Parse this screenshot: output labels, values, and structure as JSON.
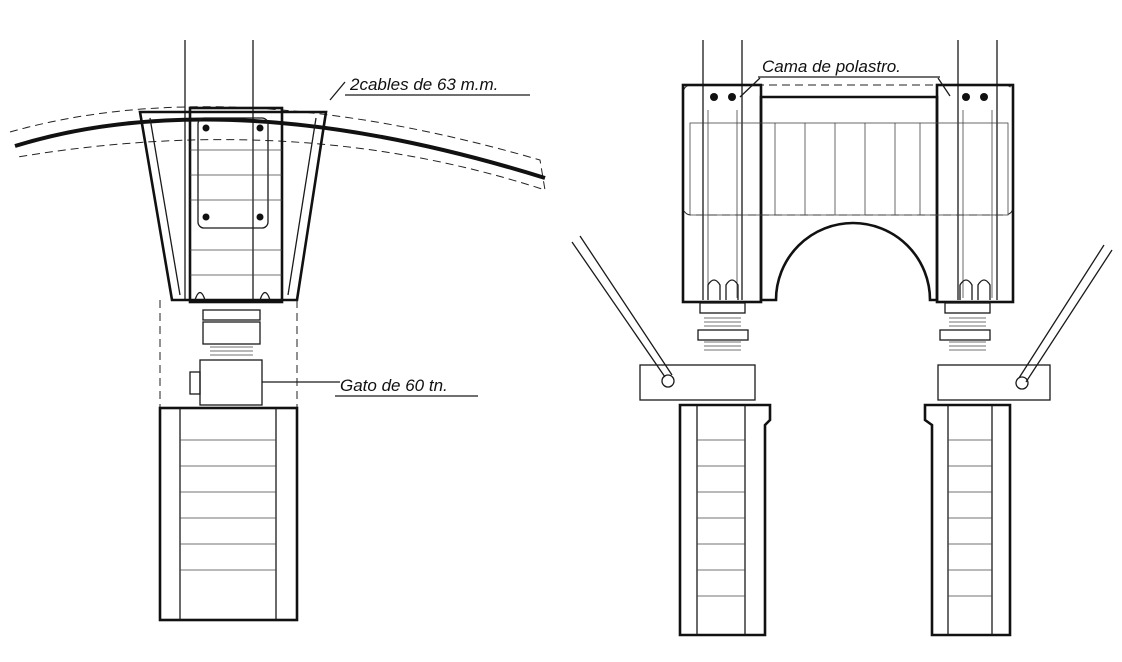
{
  "labels": {
    "cables": "2cables de 63 m.m.",
    "jack": "Gato de 60 tn.",
    "bed": "Cama de polastro."
  }
}
